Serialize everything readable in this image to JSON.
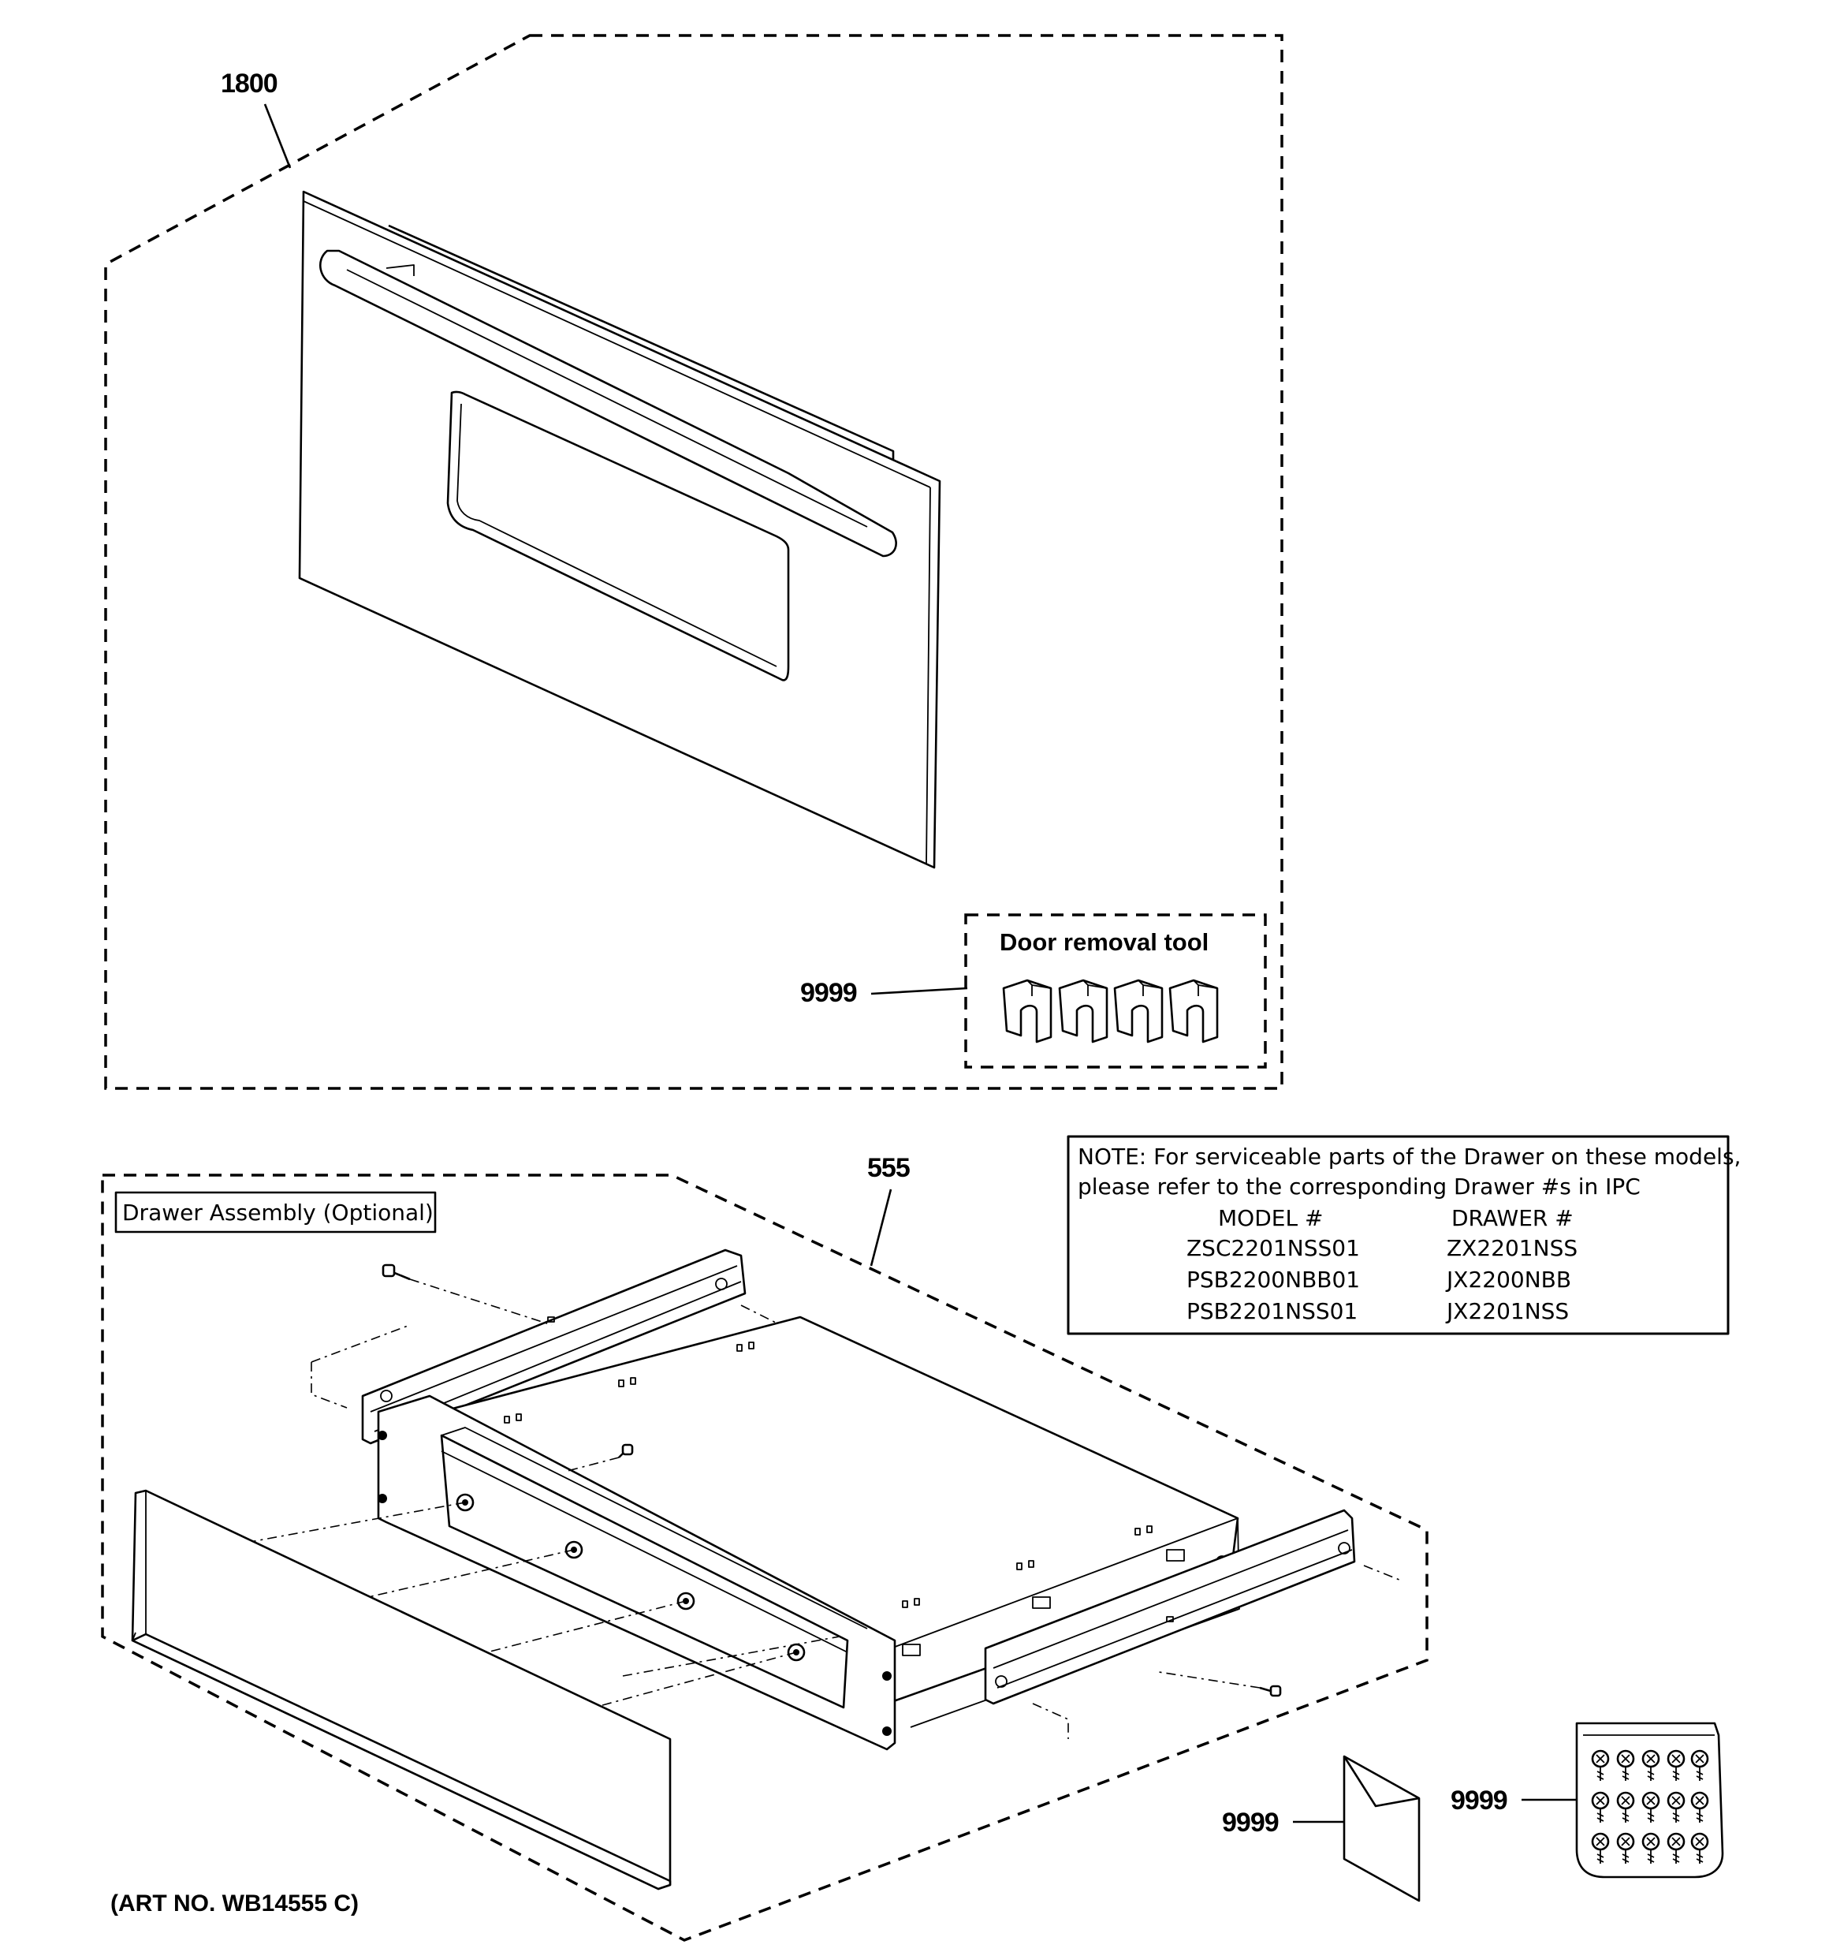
{
  "callouts": {
    "door_assembly": "1800",
    "drawer_assembly": "555",
    "door_removal_tool": "9999",
    "literature": "9999",
    "hardware_bag": "9999"
  },
  "door_tool_box": {
    "title": "Door removal tool"
  },
  "drawer_box": {
    "title": "Drawer Assembly (Optional)"
  },
  "note": {
    "line1": "NOTE: For serviceable parts of the Drawer on these models,",
    "line2": "please refer to the corresponding Drawer #s in IPC",
    "model_header": "MODEL #",
    "drawer_header": "DRAWER #",
    "rows": [
      {
        "model": "ZSC2201NSS01",
        "drawer": "ZX2201NSS"
      },
      {
        "model": "PSB2200NBB01",
        "drawer": "JX2200NBB"
      },
      {
        "model": "PSB2201NSS01",
        "drawer": "JX2201NSS"
      }
    ]
  },
  "art_number": "(ART NO. WB14555 C)"
}
